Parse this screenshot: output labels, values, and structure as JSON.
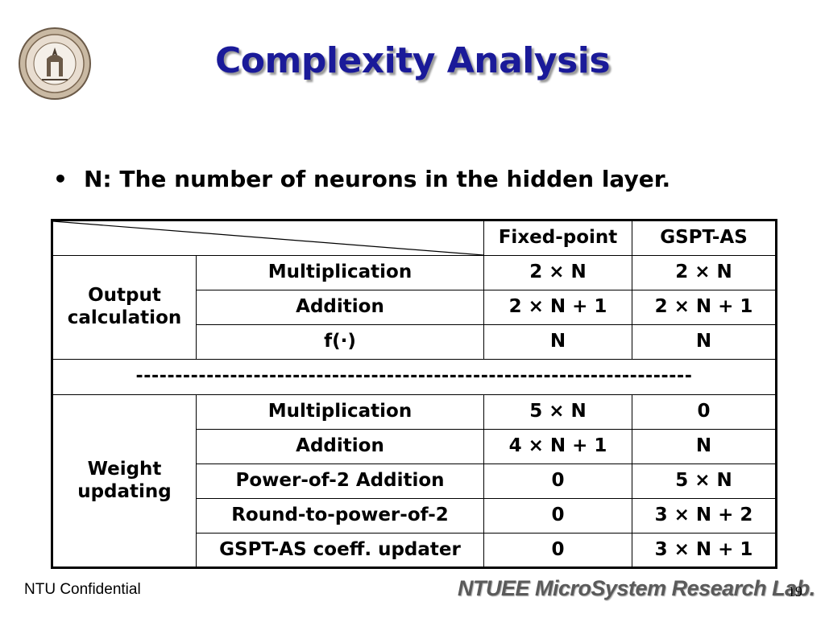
{
  "slide": {
    "title": "Complexity Analysis",
    "bullet": "N: The number of neurons in the hidden layer."
  },
  "table": {
    "headers": [
      "Fixed-point",
      "GSPT-AS"
    ],
    "output_group": "Output calculation",
    "output_rows": [
      {
        "op": "Multiplication",
        "fixed": "2 × N",
        "gspt": "2 × N"
      },
      {
        "op": "Addition",
        "fixed": "2 × N + 1",
        "gspt": "2 × N + 1"
      },
      {
        "op": "f(·)",
        "fixed": "N",
        "gspt": "N"
      }
    ],
    "separator": "-----------------------------------------------------------------------",
    "weight_group": "Weight updating",
    "weight_rows": [
      {
        "op": "Multiplication",
        "fixed": "5 × N",
        "gspt": "0"
      },
      {
        "op": "Addition",
        "fixed": "4 × N + 1",
        "gspt": "N"
      },
      {
        "op": "Power-of-2 Addition",
        "fixed": "0",
        "gspt": "5 × N"
      },
      {
        "op": "Round-to-power-of-2",
        "fixed": "0",
        "gspt": "3 × N + 2"
      },
      {
        "op": "GSPT-AS coeff. updater",
        "fixed": "0",
        "gspt": "3 × N + 1"
      }
    ]
  },
  "footer": {
    "left": "NTU Confidential",
    "lab": "NTUEE MicroSystem Research Lab.",
    "page": "19"
  },
  "colors": {
    "title": "#1a1a99",
    "title_shadow": "#9a9a9a"
  }
}
